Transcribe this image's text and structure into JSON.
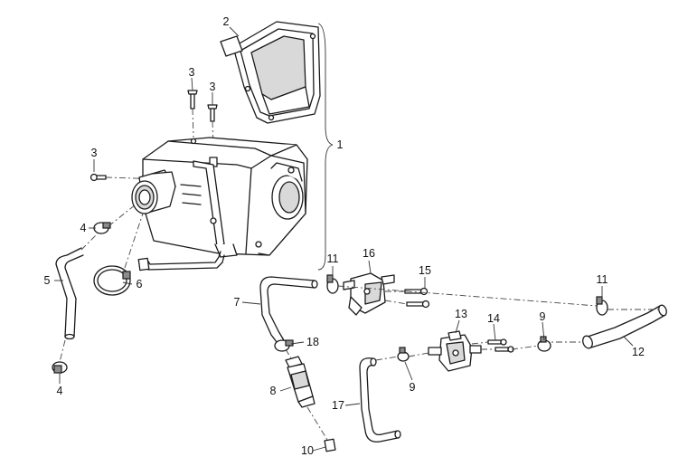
{
  "callouts": [
    {
      "id": "2",
      "label": "2"
    },
    {
      "id": "3a",
      "label": "3"
    },
    {
      "id": "3b",
      "label": "3"
    },
    {
      "id": "3c",
      "label": "3"
    },
    {
      "id": "1",
      "label": "1"
    },
    {
      "id": "4a",
      "label": "4"
    },
    {
      "id": "5",
      "label": "5"
    },
    {
      "id": "6",
      "label": "6"
    },
    {
      "id": "4b",
      "label": "4"
    },
    {
      "id": "11a",
      "label": "11"
    },
    {
      "id": "16",
      "label": "16"
    },
    {
      "id": "15",
      "label": "15"
    },
    {
      "id": "11b",
      "label": "11"
    },
    {
      "id": "7",
      "label": "7"
    },
    {
      "id": "13",
      "label": "13"
    },
    {
      "id": "14",
      "label": "14"
    },
    {
      "id": "9a",
      "label": "9"
    },
    {
      "id": "18",
      "label": "18"
    },
    {
      "id": "12",
      "label": "12"
    },
    {
      "id": "8",
      "label": "8"
    },
    {
      "id": "9b",
      "label": "9"
    },
    {
      "id": "17",
      "label": "17"
    },
    {
      "id": "10",
      "label": "10"
    }
  ]
}
